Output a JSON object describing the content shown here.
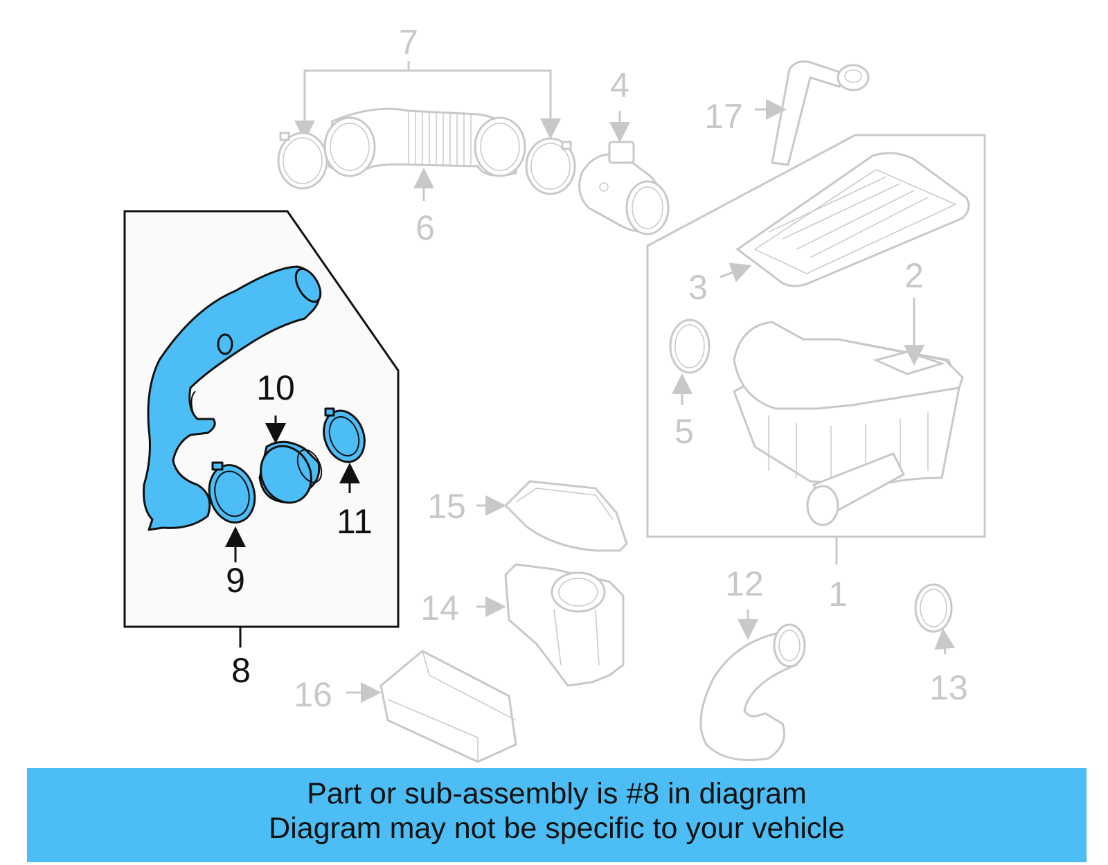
{
  "diagram": {
    "highlighted_part": "8",
    "callouts": {
      "c1": "1",
      "c2": "2",
      "c3": "3",
      "c4": "4",
      "c5": "5",
      "c6": "6",
      "c7": "7",
      "c8": "8",
      "c9": "9",
      "c10": "10",
      "c11": "11",
      "c12": "12",
      "c13": "13",
      "c14": "14",
      "c15": "15",
      "c16": "16",
      "c17": "17"
    },
    "colors": {
      "highlight": "#4dbef5",
      "inactive": "#c8c8c8",
      "active_outline": "#111111"
    }
  },
  "banner": {
    "line1": "Part or sub-assembly is #8 in diagram",
    "line2": "Diagram may not be specific to your vehicle"
  }
}
